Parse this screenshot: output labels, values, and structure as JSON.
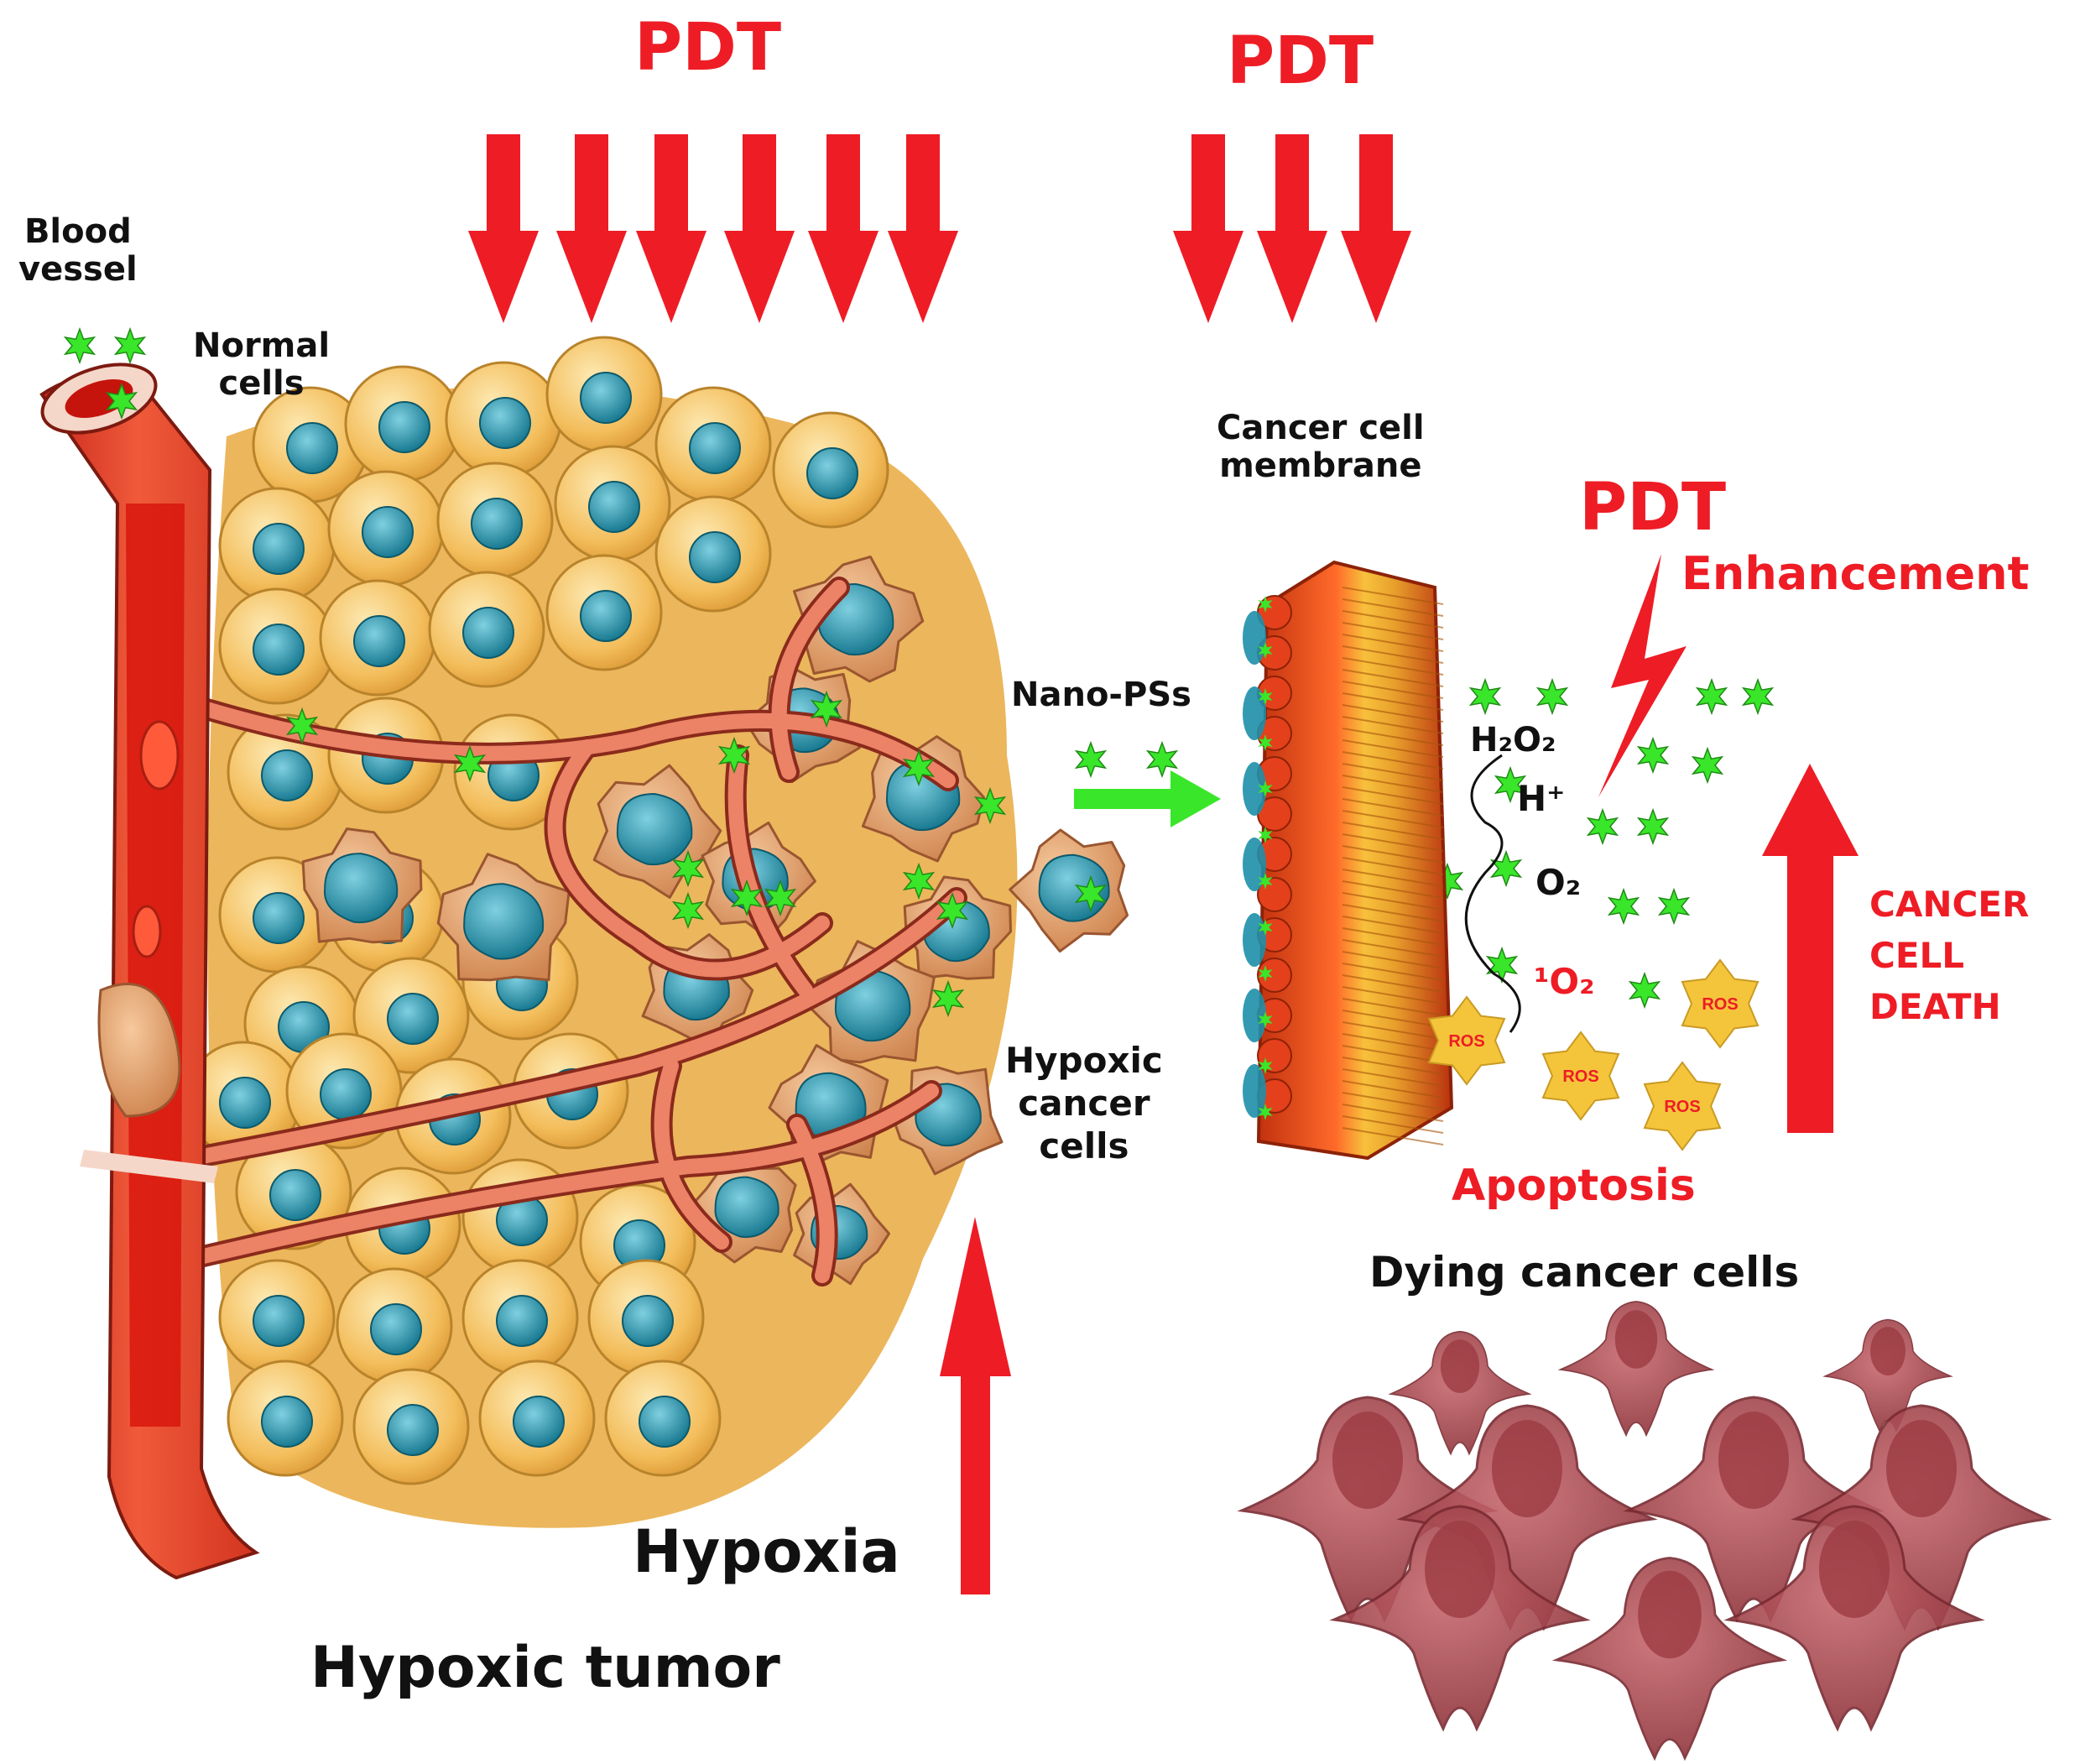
{
  "colors": {
    "accent_red": "#ee1c25",
    "nanops_green": "#39e62a",
    "normal_cell": "#f3bd5b",
    "nucleus": "#1e8fa8",
    "cancer_cell": "#e6a56d",
    "vessel": "#e9402a",
    "membrane": "#e8461c",
    "ros_star": "#f4c53b",
    "dying_cell": "#a8454c"
  },
  "labels": {
    "pdt_1": "PDT",
    "pdt_2": "PDT",
    "pdt_3": "PDT",
    "blood_vessel": "Blood\nvessel",
    "normal_cells": "Normal\ncells",
    "cancer_membrane": "Cancer cell\nmembrane",
    "enhancement": "Enhancement",
    "nano_pss": "Nano-PSs",
    "h2o2": "H₂O₂",
    "h_plus": "H⁺",
    "o2": "O₂",
    "singlet_o2": "¹O₂",
    "ros": "ROS",
    "cancer_cell_death": "CANCER\nCELL\nDEATH",
    "hypoxic_cancer_cells": "Hypoxic\ncancer\ncells",
    "apoptosis": "Apoptosis",
    "dying_cancer_cells": "Dying cancer cells",
    "hypoxia": "Hypoxia",
    "hypoxic_tumor": "Hypoxic tumor"
  },
  "icons": [
    "nano-ps-star-icon",
    "down-arrow-icon",
    "up-arrow-icon",
    "lightning-bolt-icon",
    "ros-star-icon",
    "right-arrow-icon"
  ]
}
